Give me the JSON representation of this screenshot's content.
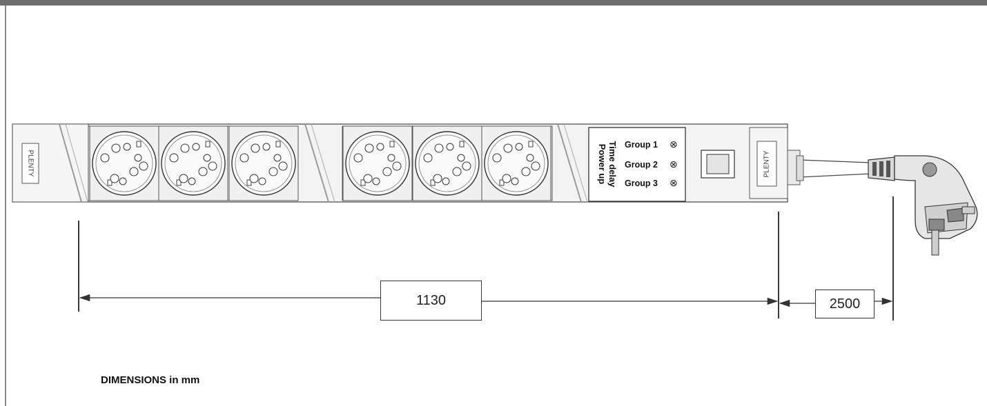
{
  "brand_label": "PLENTY",
  "panel": {
    "time_delay": "Time delay",
    "power_up": "Power up",
    "groups": [
      "Group 1",
      "Group 2",
      "Group 3"
    ],
    "indicator_glyph": "⊗"
  },
  "dimensions": {
    "length": "1130",
    "cable": "2500",
    "note": "DIMENSIONS in mm"
  },
  "socket_count": 6,
  "colors": {
    "line": "#333333",
    "body_fill": "#f3f3f3",
    "border_top": "#6e6e6e"
  }
}
